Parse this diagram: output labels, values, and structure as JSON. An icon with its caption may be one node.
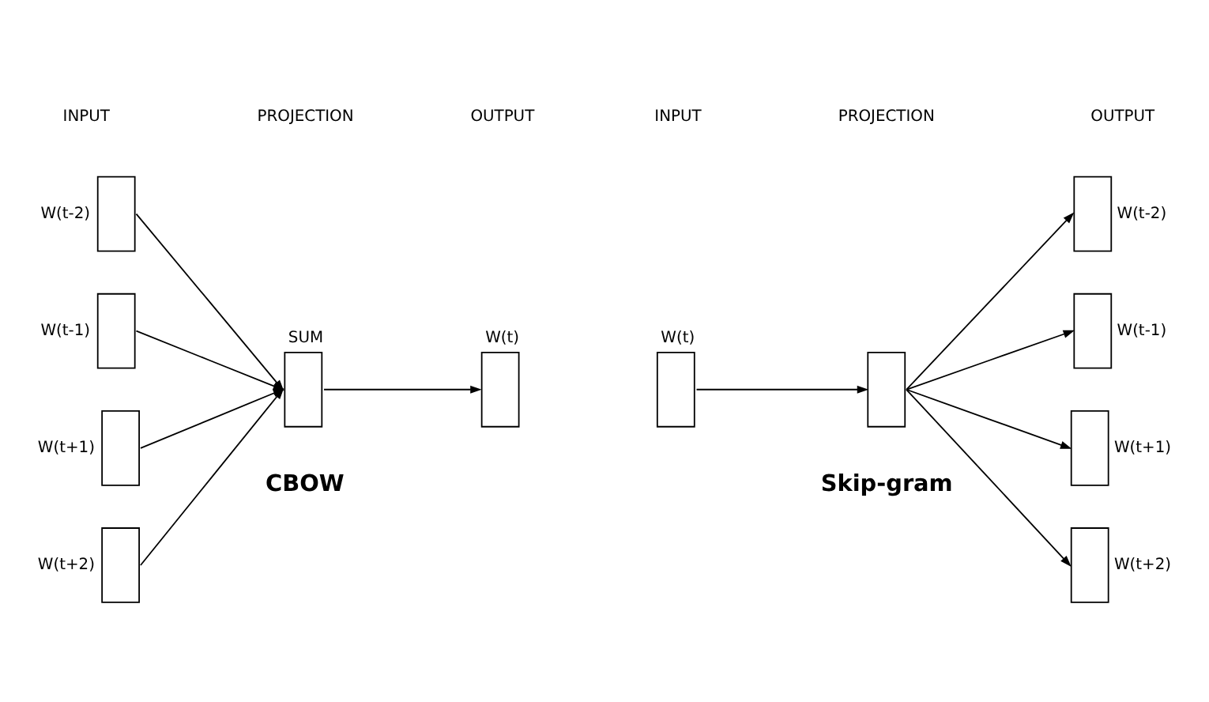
{
  "diagram": {
    "nodes": [
      {
        "text": [],
        "shape": "box",
        "beside": [
          "W(t-2)"
        ]
      },
      {
        "text": [],
        "shape": "box",
        "beside": [
          "W(t-1)"
        ]
      },
      {
        "text": [],
        "shape": "box",
        "beside": [
          "W(t+1)"
        ]
      },
      {
        "text": [],
        "shape": "box",
        "beside": [
          "W(t+2)"
        ]
      },
      {
        "text": [
          "SUM"
        ]
      },
      {
        "text": [
          "W(t)"
        ]
      },
      {
        "text": [
          "W(t)"
        ]
      },
      {
        "text": [],
        "shape": "box"
      },
      {
        "text": [],
        "shape": "box",
        "beside": [
          "W(t-2)"
        ]
      },
      {
        "text": [],
        "shape": "box",
        "beside": [
          "W(t-1)"
        ]
      },
      {
        "text": [],
        "shape": "box",
        "beside": [
          "W(t+1)"
        ]
      },
      {
        "text": [],
        "shape": "box",
        "beside": [
          "W(t+2)"
        ]
      }
    ],
    "edges": [
      {
        "from": 0,
        "to": 4,
        "arrow": "to"
      },
      {
        "from": 1,
        "to": 4,
        "arrow": "to"
      },
      {
        "from": 2,
        "to": 4,
        "arrow": "to"
      },
      {
        "from": 3,
        "to": 4,
        "arrow": "to"
      },
      {
        "from": 4,
        "to": 5,
        "arrow": "to"
      },
      {
        "from": 6,
        "to": 7,
        "arrow": "to"
      },
      {
        "from": 7,
        "to": 8,
        "arrow": "to"
      },
      {
        "from": 7,
        "to": 9,
        "arrow": "to"
      },
      {
        "from": 7,
        "to": 10,
        "arrow": "to"
      },
      {
        "from": 7,
        "to": 11,
        "arrow": "to"
      }
    ],
    "labels": [
      "INPUT",
      "PROJECTION",
      "OUTPUT",
      "INPUT",
      "PROJECTION",
      "OUTPUT",
      "CBOW",
      "Skip-gram"
    ]
  }
}
